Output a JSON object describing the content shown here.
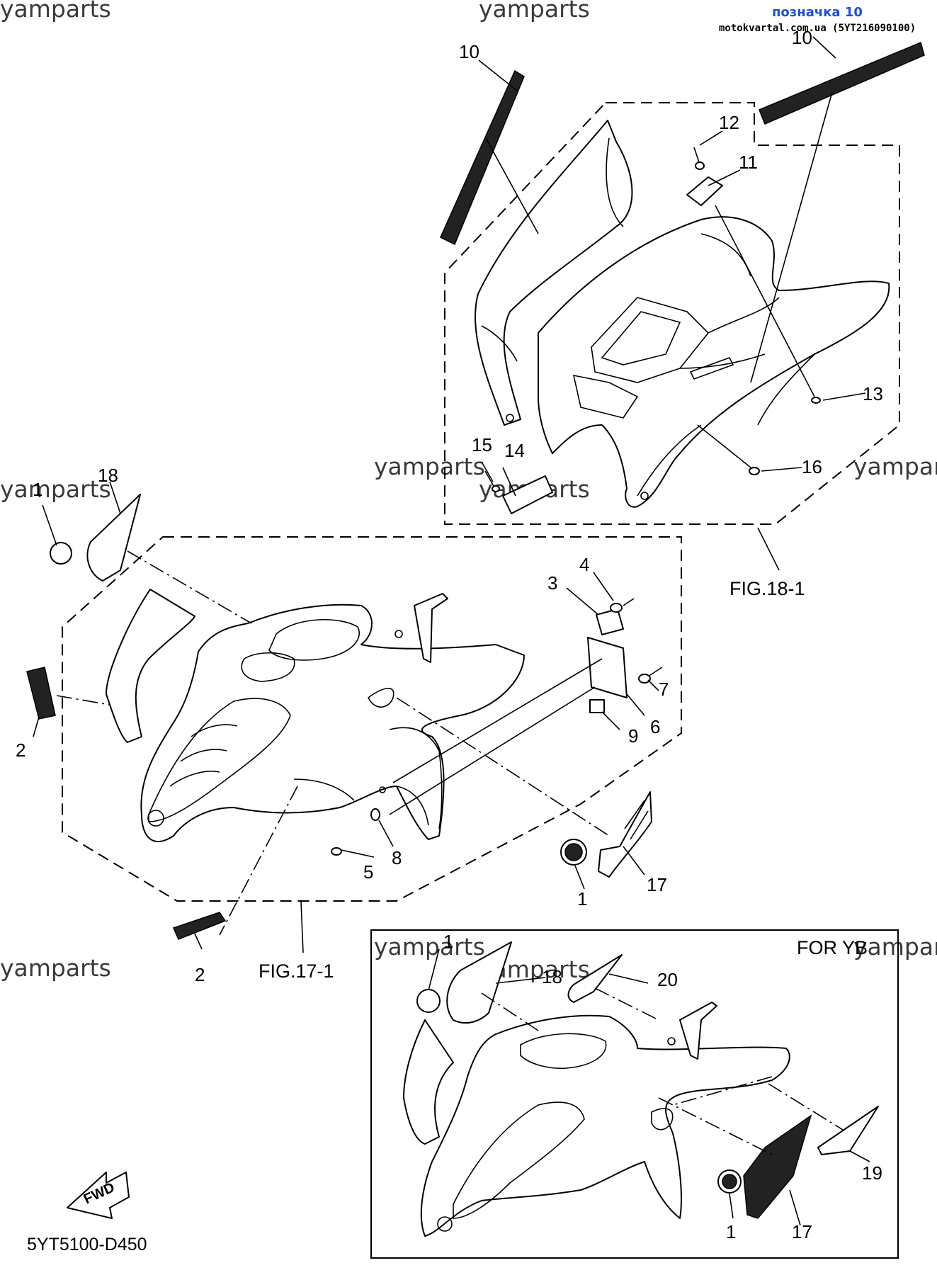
{
  "header": {
    "badge_text": "позначка 10",
    "badge_color": "#1f4fd6",
    "source_line": "motokvartal.com.ua (5YT216090100)"
  },
  "watermark": "yamparts",
  "figures": {
    "rear": "FIG.18-1",
    "front": "FIG.17-1"
  },
  "inset_title": "FOR YB",
  "doc_code": "5YT5100-D450",
  "fwd_label": "FWD",
  "callouts": {
    "c1_front": "1",
    "c1_top": "1",
    "c1_inset_emblem": "1",
    "c1_inset_top": "1",
    "c2_side": "2",
    "c2_bottom": "2",
    "c3": "3",
    "c4": "4",
    "c5": "5",
    "c6": "6",
    "c7": "7",
    "c8": "8",
    "c9": "9",
    "c10_left": "10",
    "c10_right": "10",
    "c11": "11",
    "c12": "12",
    "c13": "13",
    "c14": "14",
    "c15": "15",
    "c16": "16",
    "c17": "17",
    "c17_inset": "17",
    "c18": "18",
    "c18_inset": "18",
    "c19": "19",
    "c20": "20"
  }
}
